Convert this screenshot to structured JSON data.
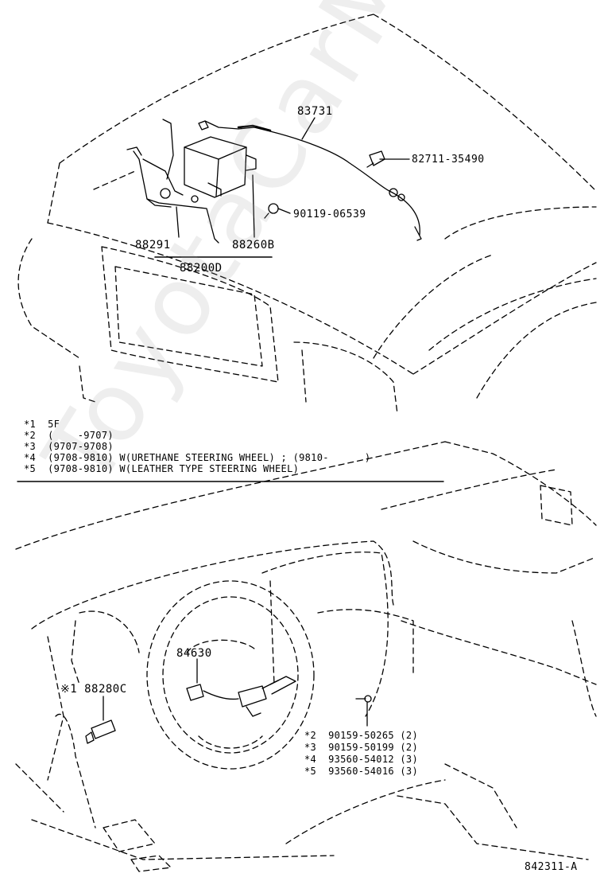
{
  "watermark": "ToyotaCarMine.ru",
  "upper_parts": {
    "p83731": "83731",
    "p82711": "82711-35490",
    "p90119": "90119-06539",
    "p88291": "88291",
    "p88260B": "88260B",
    "p88200D": "88200D"
  },
  "notes": {
    "n1": "*1  5F",
    "n2": "*2  (    -9707)",
    "n3": "*3  (9707-9708)",
    "n4": "*4  (9708-9810) W(URETHANE STEERING WHEEL) ; (9810-      )",
    "n5": "*5  (9708-9810) W(LEATHER TYPE STEERING WHEEL)"
  },
  "lower_parts": {
    "p84630": "84630",
    "p88280C": "※1 88280C",
    "b2": "*2  90159-50265 (2)",
    "b3": "*3  90159-50199 (2)",
    "b4": "*4  93560-54012 (3)",
    "b5": "*5  93560-54016 (3)"
  },
  "figure_id": "842311-A"
}
